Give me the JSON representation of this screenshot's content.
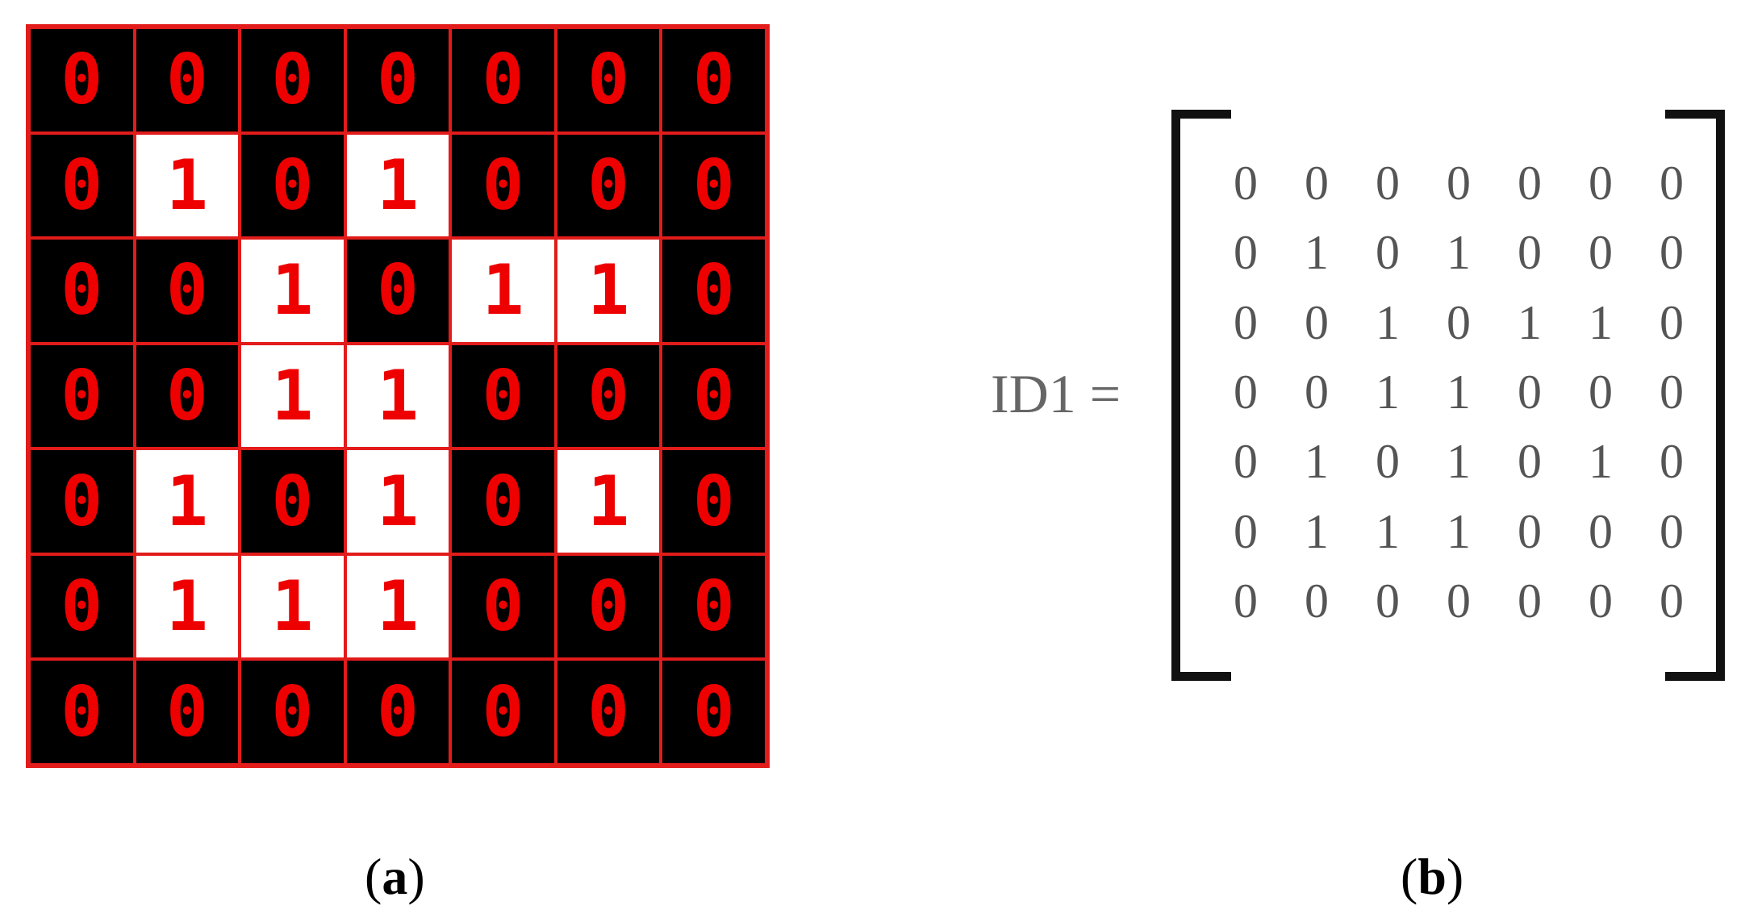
{
  "grid": [
    [
      "0",
      "0",
      "0",
      "0",
      "0",
      "0",
      "0"
    ],
    [
      "0",
      "1",
      "0",
      "1",
      "0",
      "0",
      "0"
    ],
    [
      "0",
      "0",
      "1",
      "0",
      "1",
      "1",
      "0"
    ],
    [
      "0",
      "0",
      "1",
      "1",
      "0",
      "0",
      "0"
    ],
    [
      "0",
      "1",
      "0",
      "1",
      "0",
      "1",
      "0"
    ],
    [
      "0",
      "1",
      "1",
      "1",
      "0",
      "0",
      "0"
    ],
    [
      "0",
      "0",
      "0",
      "0",
      "0",
      "0",
      "0"
    ]
  ],
  "matrix": {
    "label": "ID1 =",
    "rows": [
      [
        "0",
        "0",
        "0",
        "0",
        "0",
        "0",
        "0"
      ],
      [
        "0",
        "1",
        "0",
        "1",
        "0",
        "0",
        "0"
      ],
      [
        "0",
        "0",
        "1",
        "0",
        "1",
        "1",
        "0"
      ],
      [
        "0",
        "0",
        "1",
        "1",
        "0",
        "0",
        "0"
      ],
      [
        "0",
        "1",
        "0",
        "1",
        "0",
        "1",
        "0"
      ],
      [
        "0",
        "1",
        "1",
        "1",
        "0",
        "0",
        "0"
      ],
      [
        "0",
        "0",
        "0",
        "0",
        "0",
        "0",
        "0"
      ]
    ]
  },
  "captions": {
    "a": {
      "open": "(",
      "letter": "a",
      "close": ")"
    },
    "b": {
      "open": "(",
      "letter": "b",
      "close": ")"
    }
  },
  "colors": {
    "grid_line": "#e21b1b",
    "digit": "#ee0000",
    "cell_zero": "#000000",
    "cell_one": "#ffffff"
  }
}
